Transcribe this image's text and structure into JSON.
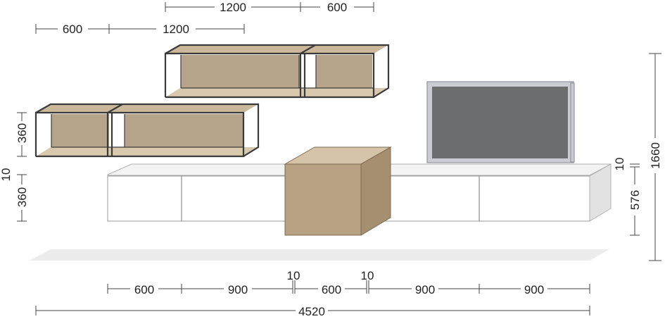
{
  "dimensions": {
    "top_row_1": [
      "1200",
      "600"
    ],
    "top_row_2": [
      "600",
      "1200"
    ],
    "left_upper_shelf_height": "360",
    "left_gap": "10",
    "left_lowboard_height": "360",
    "right_gap": "10",
    "right_lowboard_height": "576",
    "right_total_height": "1660",
    "bottom_segments": [
      "600",
      "900",
      "600",
      "900",
      "900"
    ],
    "bottom_gap_1": "10",
    "bottom_gap_2": "10",
    "bottom_total": "4520"
  },
  "colors": {
    "oak": "#b9a283",
    "frame": "#3a3a3a",
    "white_lacquer": "#ffffff",
    "tv_screen": "#6b6e6f"
  }
}
